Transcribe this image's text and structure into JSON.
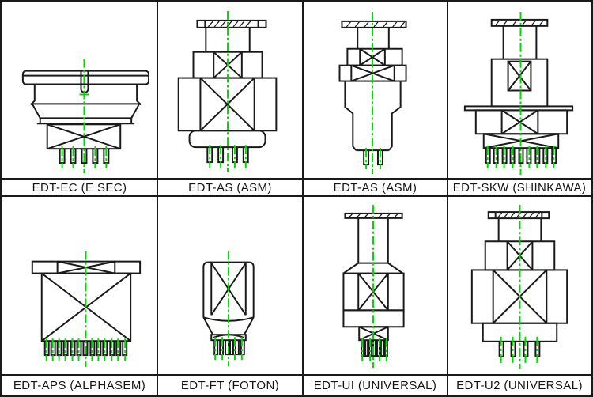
{
  "colors": {
    "line": "#1a1a1a",
    "green": "#00d800",
    "bg": "#ffffff"
  },
  "cells": [
    {
      "id": "edt-ec",
      "label": "EDT-EC (E SEC)"
    },
    {
      "id": "edt-as-1",
      "label": "EDT-AS (ASM)"
    },
    {
      "id": "edt-as-2",
      "label": "EDT-AS (ASM)"
    },
    {
      "id": "edt-skw",
      "label": "EDT-SKW (SHINKAWA)"
    },
    {
      "id": "edt-aps",
      "label": "EDT-APS (ALPHASEM)"
    },
    {
      "id": "edt-ft",
      "label": "EDT-FT (FOTON)"
    },
    {
      "id": "edt-ui",
      "label": "EDT-UI (UNIVERSAL)"
    },
    {
      "id": "edt-u2",
      "label": "EDT-U2 (UNIVERSAL)"
    }
  ]
}
